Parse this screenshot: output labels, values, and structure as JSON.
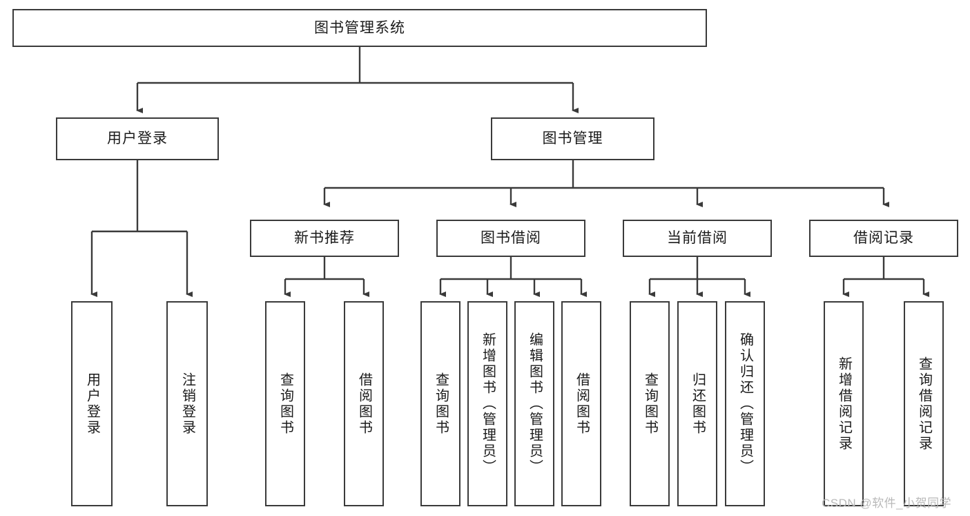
{
  "diagram": {
    "type": "tree-hierarchy",
    "title": "图书管理系统",
    "watermark": "CSDN @软件_小贺同学",
    "levels": {
      "root": {
        "label": "图书管理系统"
      },
      "level2": [
        {
          "label": "用户登录"
        },
        {
          "label": "图书管理"
        }
      ],
      "level3": [
        {
          "label": "新书推荐"
        },
        {
          "label": "图书借阅"
        },
        {
          "label": "当前借阅"
        },
        {
          "label": "借阅记录"
        }
      ]
    },
    "leaves": {
      "user_login": [
        {
          "label": "用户登录"
        },
        {
          "label": "注销登录"
        }
      ],
      "new_book_recommend": [
        {
          "label": "查询图书"
        },
        {
          "label": "借阅图书"
        }
      ],
      "book_borrow": [
        {
          "label": "查询图书"
        },
        {
          "label": "新增图书（管理员）"
        },
        {
          "label": "编辑图书（管理员）"
        },
        {
          "label": "借阅图书"
        }
      ],
      "current_borrow": [
        {
          "label": "查询图书"
        },
        {
          "label": "归还图书"
        },
        {
          "label": "确认归还（管理员）"
        }
      ],
      "borrow_records": [
        {
          "label": "新增借阅记录"
        },
        {
          "label": "查询借阅记录"
        }
      ]
    },
    "colors": {
      "border": "#3a3a3a",
      "text": "#1a1a1a",
      "background": "#ffffff",
      "watermark": "#b9b9b9"
    }
  }
}
